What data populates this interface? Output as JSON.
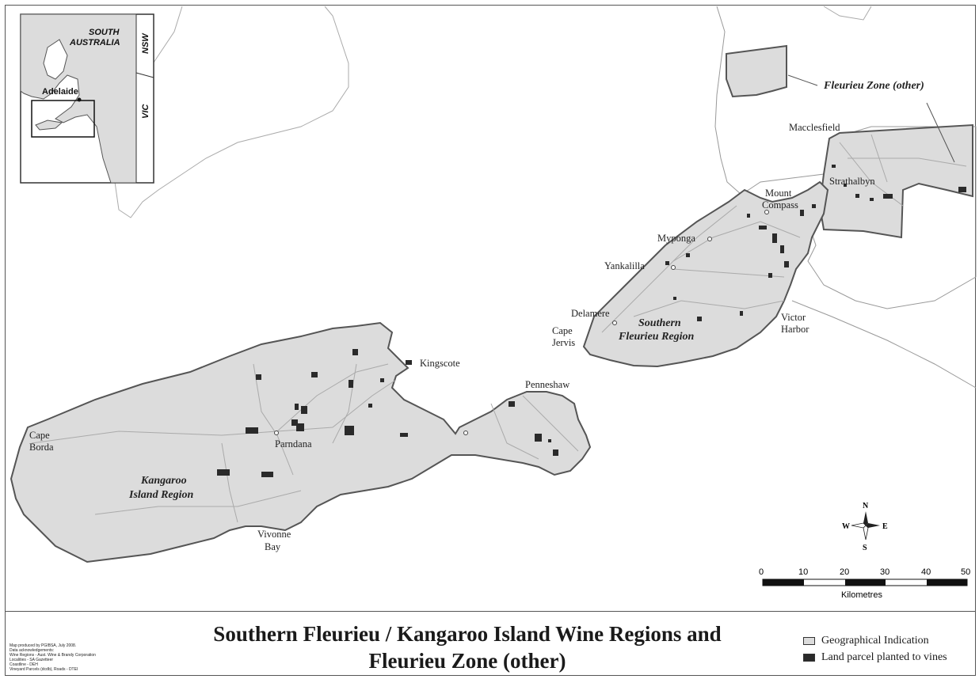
{
  "map": {
    "inset": {
      "state_label_line1": "SOUTH",
      "state_label_line2": "AUSTRALIA",
      "nsw_label": "NSW",
      "vic_label": "VIC",
      "city_label": "Adelaide"
    },
    "place_names": {
      "macclesfield": "Macclesfield",
      "strathalbyn": "Strathalbyn",
      "mount": "Mount",
      "compass": "Compass",
      "myponga": "Myponga",
      "yankalilla": "Yankalilla",
      "delamere": "Delamere",
      "cape": "Cape",
      "jervis": "Jervis",
      "victor": "Victor",
      "harbor": "Harbor",
      "kingscote": "Kingscote",
      "penneshaw": "Penneshaw",
      "cape2": "Cape",
      "borda": "Borda",
      "parndana": "Parndana",
      "vivonne": "Vivonne",
      "bay": "Bay"
    },
    "region_labels": {
      "fleurieu_zone": "Fleurieu Zone (other)",
      "southern_line1": "Southern",
      "southern_line2": "Fleurieu Region",
      "kangaroo_line1": "Kangaroo",
      "kangaroo_line2": "Island Region"
    },
    "compass": {
      "n": "N",
      "s": "S",
      "e": "E",
      "w": "W"
    },
    "scale_bar": {
      "ticks": [
        "0",
        "10",
        "20",
        "30",
        "40",
        "50"
      ],
      "unit": "Kilometres"
    },
    "colors": {
      "region_fill": "#dcdcdc",
      "vineyard_fill": "#2a2a2a",
      "outline": "#555555"
    }
  },
  "footer": {
    "title_line1": "Southern Fleurieu / Kangaroo Island Wine Regions and",
    "title_line2": "Fleurieu Zone (other)",
    "credits": [
      "Map produced by PGIBSA, July 2008.",
      "Data acknowledgements:",
      "Wine Regions - Aust. Wine & Brandy Corporation",
      "Localities - SA Gazetteer",
      "Coastline - DEH",
      "Vineyard Parcels (dcdb), Roads - DTEI"
    ],
    "legend": [
      {
        "label": "Geographical Indication",
        "swatch": "light"
      },
      {
        "label": "Land parcel planted to vines",
        "swatch": "dark"
      }
    ]
  }
}
